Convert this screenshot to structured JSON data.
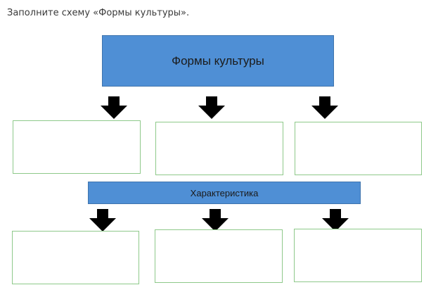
{
  "instruction": "Заполните схему «Формы культуры».",
  "diagram": {
    "top_box": {
      "label": "Формы культуры"
    },
    "middle_box": {
      "label": "Характеристика"
    },
    "empty_boxes_row1": [
      "",
      "",
      ""
    ],
    "empty_boxes_row2": [
      "",
      "",
      ""
    ],
    "arrow_icon": "down-arrow-icon",
    "colors": {
      "header_fill": "#4f8fd5",
      "box_border": "#8ec98a",
      "arrow": "#000000"
    }
  }
}
